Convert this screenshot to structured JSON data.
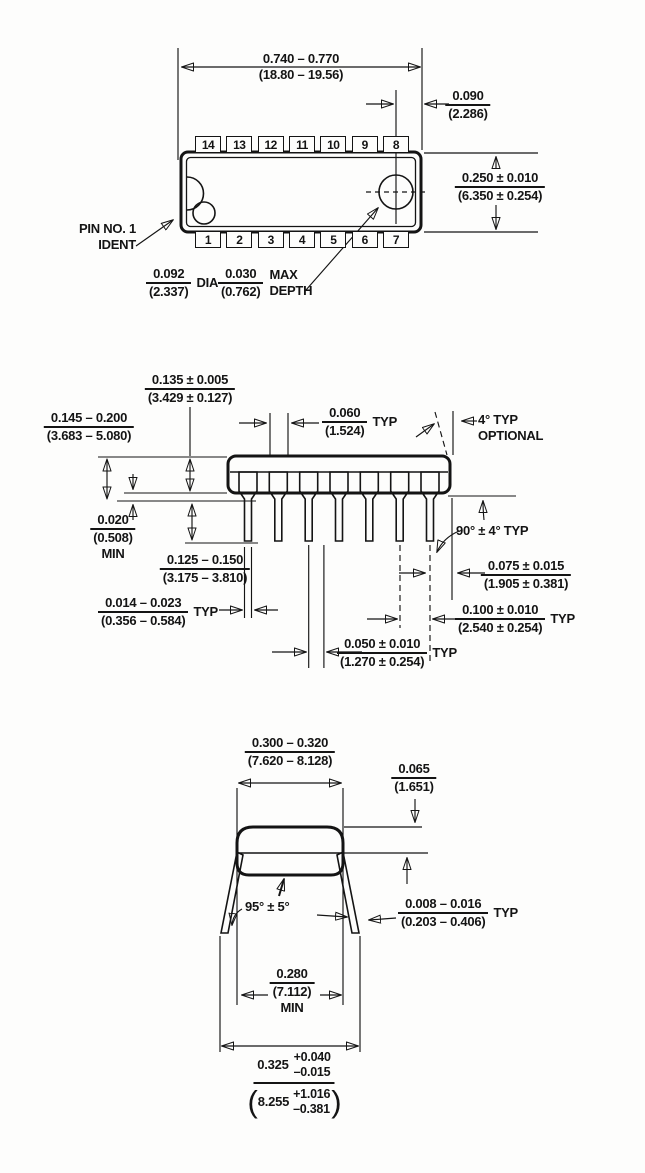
{
  "colors": {
    "ink": "#141414",
    "paper": "#fdfdfc"
  },
  "views": {
    "top": {
      "pin1_ident": {
        "line1": "PIN NO. 1",
        "line2": "IDENT"
      },
      "pins_top": [
        "14",
        "13",
        "12",
        "11",
        "10",
        "9",
        "8"
      ],
      "pins_bottom": [
        "1",
        "2",
        "3",
        "4",
        "5",
        "6",
        "7"
      ],
      "dim_body_length": {
        "num": "0.740 – 0.770",
        "den": "(18.80 – 19.56)"
      },
      "dim_pin8_offset": {
        "num": "0.090",
        "den": "(2.286)"
      },
      "dim_body_width": {
        "num": "0.250 ± 0.010",
        "den": "(6.350 ± 0.254)"
      },
      "dim_ident_dia": {
        "num": "0.092",
        "den": "(2.337)",
        "suffix": "DIA"
      },
      "dim_dimple_depth": {
        "num": "0.030",
        "den": "(0.762)",
        "suffix_num": "MAX",
        "suffix_den": "DEPTH"
      }
    },
    "side": {
      "dim_body_thickness": {
        "num": "0.135 ± 0.005",
        "den": "(3.429 ± 0.127)"
      },
      "dim_overall_height": {
        "num": "0.145 – 0.200",
        "den": "(3.683 – 5.080)"
      },
      "dim_shoulder_width": {
        "num": "0.060",
        "den": "(1.524)",
        "suffix": "TYP"
      },
      "dim_end_tilt": {
        "line1": "4° TYP",
        "line2": "OPTIONAL"
      },
      "dim_standoff": {
        "num": "0.020",
        "den": "(0.508)",
        "suffix_below": "MIN"
      },
      "dim_lead_length": {
        "num": "0.125 – 0.150",
        "den": "(3.175 – 3.810)"
      },
      "dim_lead_width": {
        "num": "0.014 – 0.023",
        "den": "(0.356 – 0.584)",
        "suffix": "TYP"
      },
      "dim_lead_angle": "90° ± 4° TYP",
      "dim_edge_to_lead": {
        "num": "0.075 ± 0.015",
        "den": "(1.905 ± 0.381)"
      },
      "dim_lead_pitch": {
        "num": "0.100 ± 0.010",
        "den": "(2.540 ± 0.254)",
        "suffix": "TYP"
      },
      "dim_half_pitch": {
        "num": "0.050 ± 0.010",
        "den": "(1.270 ± 0.254)",
        "suffix": "TYP"
      }
    },
    "end": {
      "dim_body_width": {
        "num": "0.300 – 0.320",
        "den": "(7.620 – 8.128)"
      },
      "dim_shoulder_height": {
        "num": "0.065",
        "den": "(1.651)"
      },
      "dim_splay_angle": "95° ± 5°",
      "dim_lead_thickness": {
        "num": "0.008 – 0.016",
        "den": "(0.203 – 0.406)",
        "suffix": "TYP"
      },
      "dim_min_span": {
        "num": "0.280",
        "den": "(7.112)",
        "suffix_below": "MIN"
      },
      "dim_row_span": {
        "num_main": "0.325",
        "num_plus": "+0.040",
        "num_minus": "–0.015",
        "paren_open": "(",
        "den_main": "8.255",
        "den_plus": "+1.016",
        "den_minus": "–0.381",
        "paren_close": ")"
      }
    }
  }
}
